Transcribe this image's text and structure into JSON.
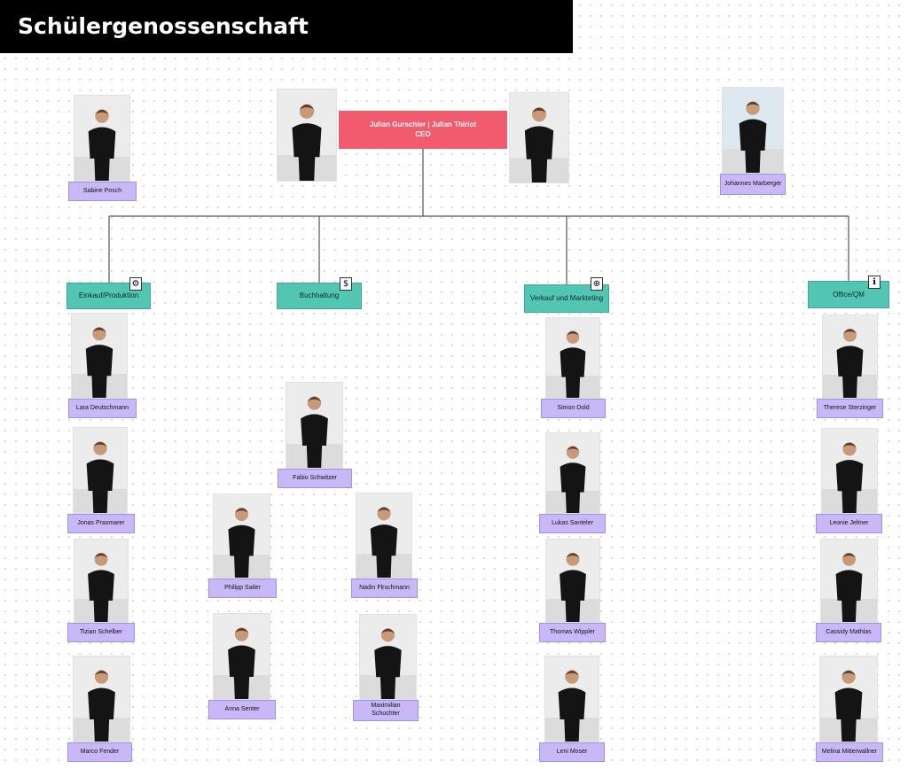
{
  "header": {
    "title": "Schülergenossenschaft"
  },
  "ceo": {
    "name": "Julian Gurschler | Julian Thiriot",
    "role": "CEO"
  },
  "sidebar_people": {
    "sabine": "Sabine Posch",
    "johannes": "Johannes Marberger"
  },
  "departments": [
    {
      "label": "Einkauf/Produktion",
      "icon": "gear-icon",
      "glyph": "⚙"
    },
    {
      "label": "Buchhaltung",
      "icon": "dollar-icon",
      "glyph": "$"
    },
    {
      "label": "Verkauf und Markteting",
      "icon": "globe-icon",
      "glyph": "⊕"
    },
    {
      "label": "Office/QM",
      "icon": "info-icon",
      "glyph": "ℹ"
    }
  ],
  "members": {
    "einkauf": [
      "Lara Deutschmann",
      "Jonas Praxmarer",
      "Tizian Schelber",
      "Marco Fender"
    ],
    "buchhaltung": [
      "Fabio Schwitzer",
      "Philipp Sailer",
      "Nadin Flrschmann",
      "Anna Senter",
      "Maximilian Schuchter"
    ],
    "verkauf": [
      "Simon Dold",
      "Lukas Santeler",
      "Thomas Wippler",
      "Leni Moser"
    ],
    "office": [
      "Therese Sterzinger",
      "Leonie Jeltner",
      "Cassidy Mathlas",
      "Melina Mitterwallner"
    ]
  },
  "colors": {
    "ceo": "#f25a6e",
    "department": "#52c5b3",
    "name_label": "#c9b8f7",
    "title_bar": "#000000"
  }
}
